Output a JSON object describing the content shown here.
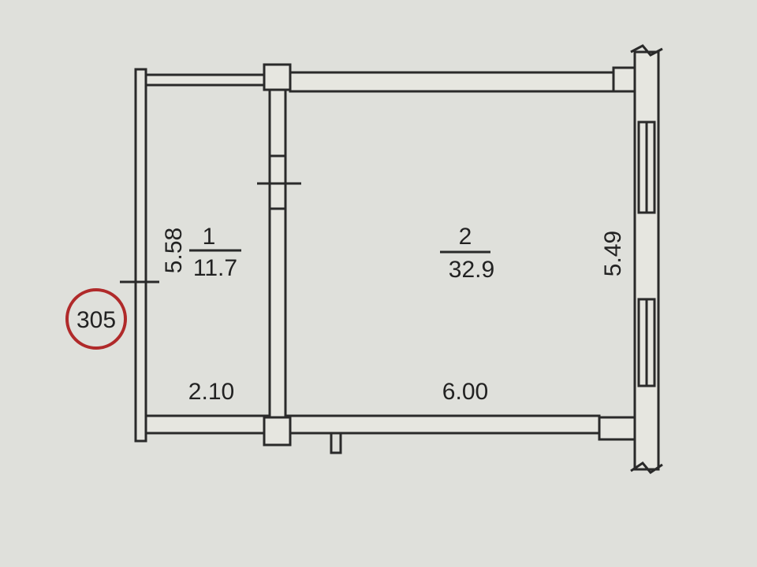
{
  "plan": {
    "unit_number": "305",
    "rooms": [
      {
        "number": "1",
        "area": "11.7",
        "length": "5.58",
        "width": "2.10"
      },
      {
        "number": "2",
        "area": "32.9",
        "length": "5.49",
        "width": "6.00"
      }
    ]
  },
  "colors": {
    "badge": "#b02a2a",
    "lines": "#2a2a2a",
    "paper": "#dfe0db"
  }
}
